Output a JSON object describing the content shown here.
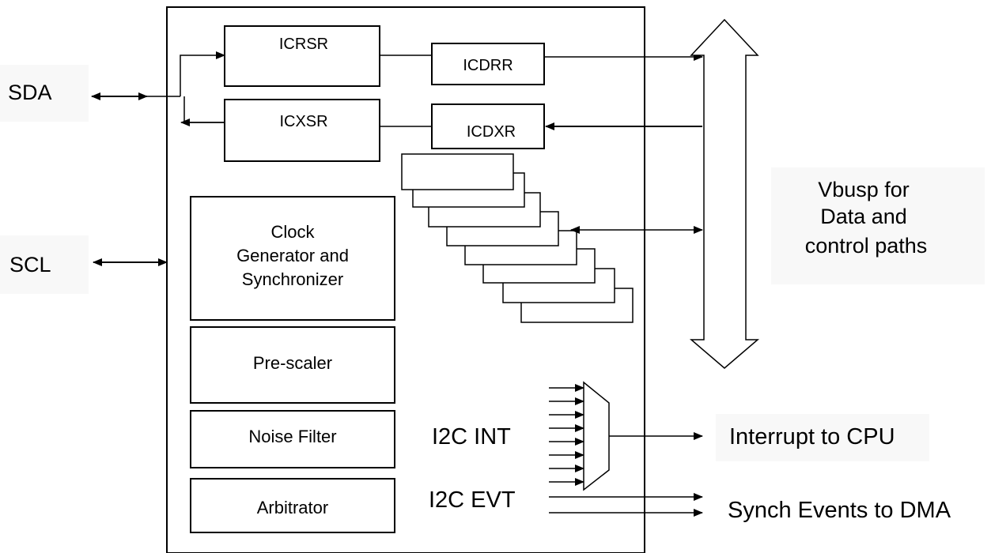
{
  "diagram": {
    "registers": {
      "icrsr": "ICRSR",
      "icdrr": "ICDRR",
      "icxsr": "ICXSR",
      "icdxr": "ICDXR"
    },
    "blocks": {
      "clock_line1": "Clock",
      "clock_line2": "Generator and",
      "clock_line3": "Synchronizer",
      "prescaler": "Pre-scaler",
      "noise_filter": "Noise Filter",
      "arbitrator": "Arbitrator"
    },
    "pins": {
      "sda": "SDA",
      "scl": "SCL"
    },
    "signals": {
      "i2c_int": "I2C INT",
      "i2c_evt": "I2C EVT"
    },
    "outputs": {
      "interrupt": "Interrupt to CPU",
      "dma": "Synch Events to DMA"
    },
    "bus": {
      "line1": "Vbusp for",
      "line2": "Data and",
      "line3": "control paths"
    }
  }
}
